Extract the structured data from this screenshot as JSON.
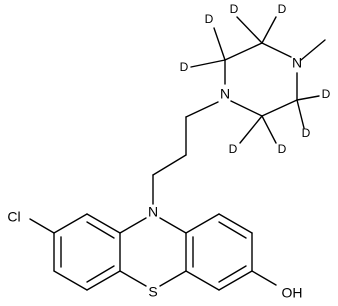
{
  "atoms": {
    "chlorine": "Cl",
    "phenothiazine_nitrogen": "N",
    "sulfur": "S",
    "hydroxyl": "OH",
    "piperazine_n_lower": "N",
    "piperazine_n_upper": "N"
  },
  "deuterium": [
    "D",
    "D",
    "D",
    "D",
    "D",
    "D",
    "D",
    "D"
  ]
}
